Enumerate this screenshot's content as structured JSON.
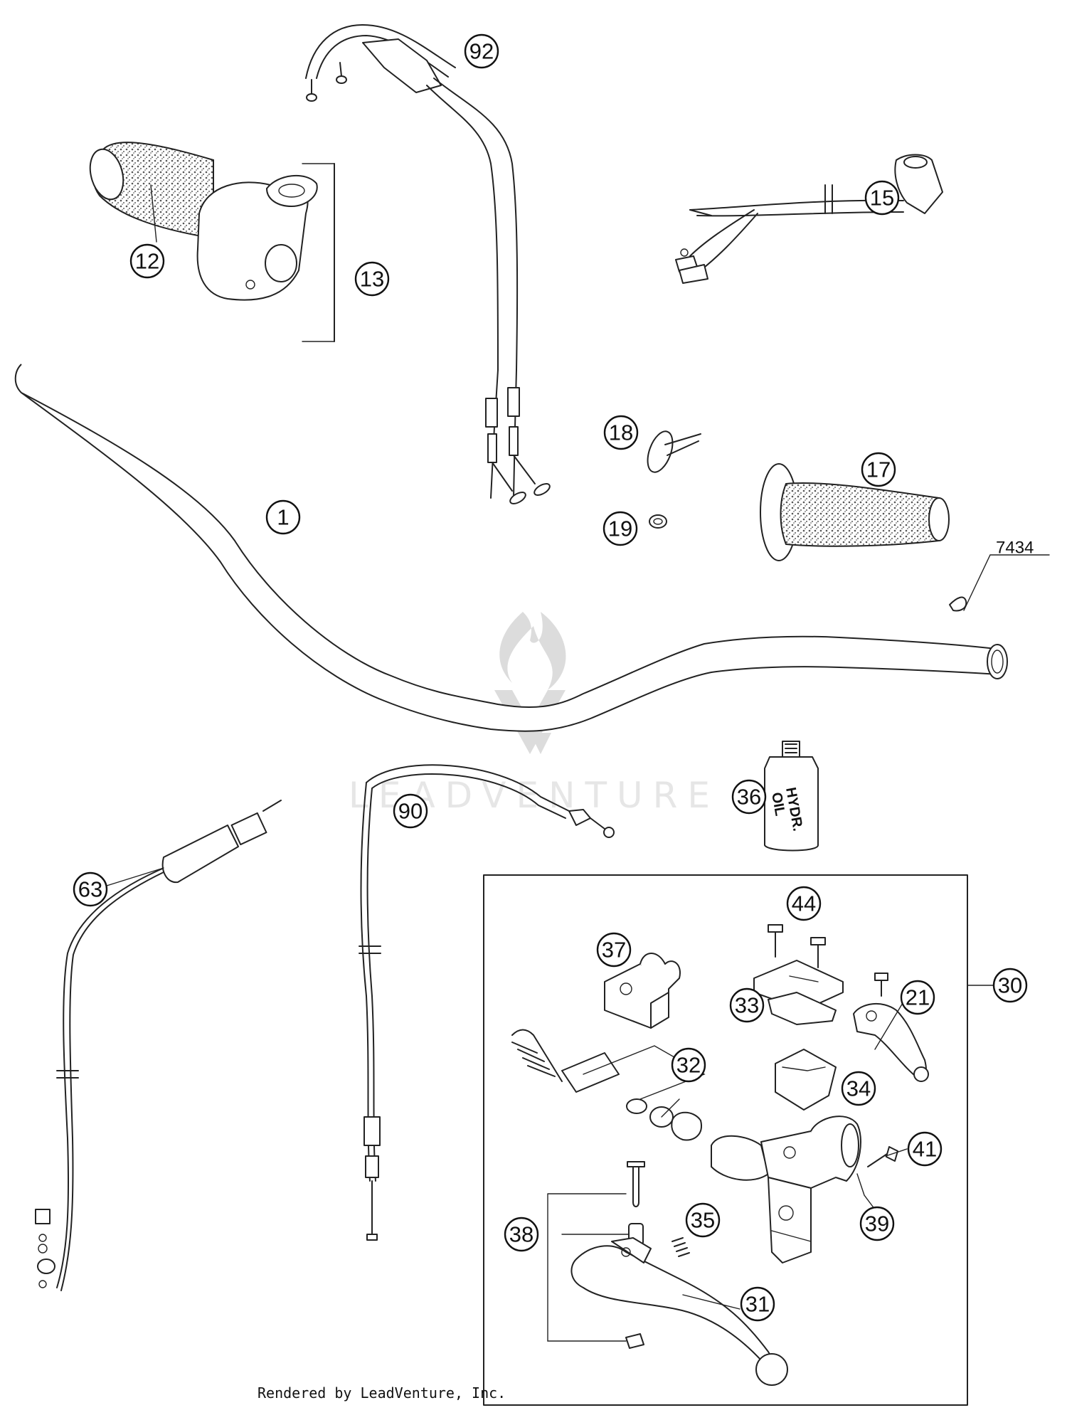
{
  "parts": [
    {
      "id": "p1",
      "label": "1"
    },
    {
      "id": "p12",
      "label": "12"
    },
    {
      "id": "p13",
      "label": "13"
    },
    {
      "id": "p15",
      "label": "15"
    },
    {
      "id": "p17",
      "label": "17"
    },
    {
      "id": "p18",
      "label": "18"
    },
    {
      "id": "p19",
      "label": "19"
    },
    {
      "id": "p21",
      "label": "21"
    },
    {
      "id": "p30",
      "label": "30"
    },
    {
      "id": "p31",
      "label": "31"
    },
    {
      "id": "p32",
      "label": "32"
    },
    {
      "id": "p33",
      "label": "33"
    },
    {
      "id": "p34",
      "label": "34"
    },
    {
      "id": "p35",
      "label": "35"
    },
    {
      "id": "p36",
      "label": "36"
    },
    {
      "id": "p37",
      "label": "37"
    },
    {
      "id": "p38",
      "label": "38"
    },
    {
      "id": "p39",
      "label": "39"
    },
    {
      "id": "p41",
      "label": "41"
    },
    {
      "id": "p44",
      "label": "44"
    },
    {
      "id": "p63",
      "label": "63"
    },
    {
      "id": "p90",
      "label": "90"
    },
    {
      "id": "p92",
      "label": "92"
    }
  ],
  "callout_7434": "7434",
  "oil_bottle": {
    "line1": "HYDR.",
    "line2": "OIL"
  },
  "watermark": "LEADVENTURE",
  "credit": "Rendered by LeadVenture, Inc.",
  "colors": {
    "ink": "#222222",
    "watermark": "#e0e0e0",
    "background": "#ffffff"
  }
}
